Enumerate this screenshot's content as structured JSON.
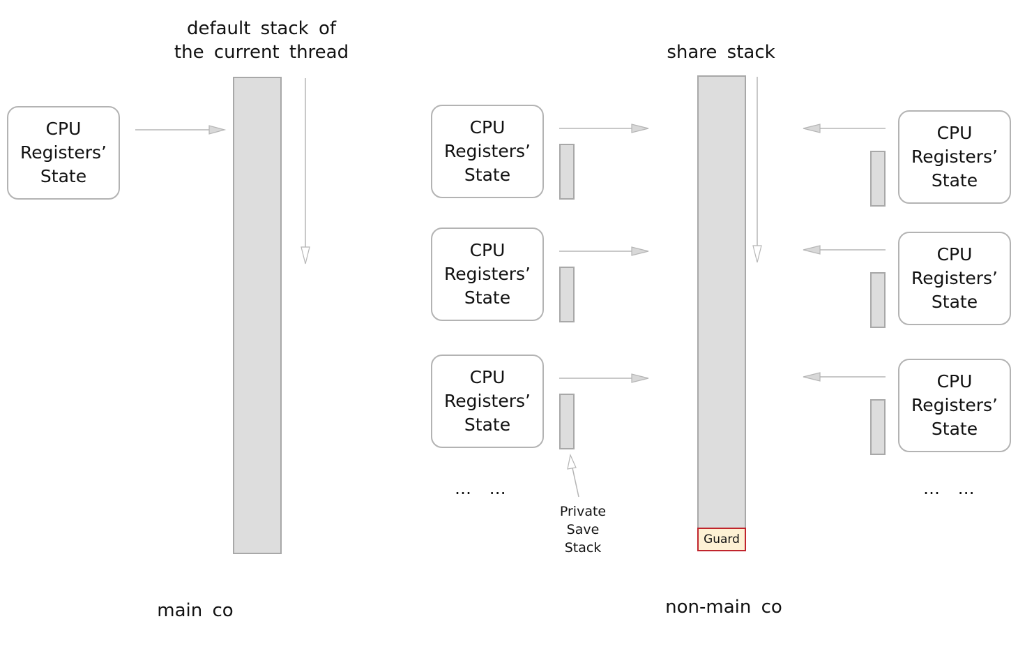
{
  "headings": {
    "default_stack_line1": "default stack of",
    "default_stack_line2": "the current thread",
    "share_stack": "share stack",
    "main_co": "main co",
    "non_main_co": "non-main co"
  },
  "cpu_box": {
    "line1": "CPU",
    "line2": "Registers’",
    "line3": "State"
  },
  "private_save_stack": {
    "line1": "Private",
    "line2": "Save",
    "line3": "Stack"
  },
  "guard_label": "Guard",
  "ellipsis": "… …",
  "colors": {
    "stack_fill": "#dddddd",
    "stack_border": "#a8a8a8",
    "box_border": "#b3b3b3",
    "arrow": "#b5b5b5",
    "guard_fill": "#fdf1d4",
    "guard_border": "#c0242c"
  }
}
